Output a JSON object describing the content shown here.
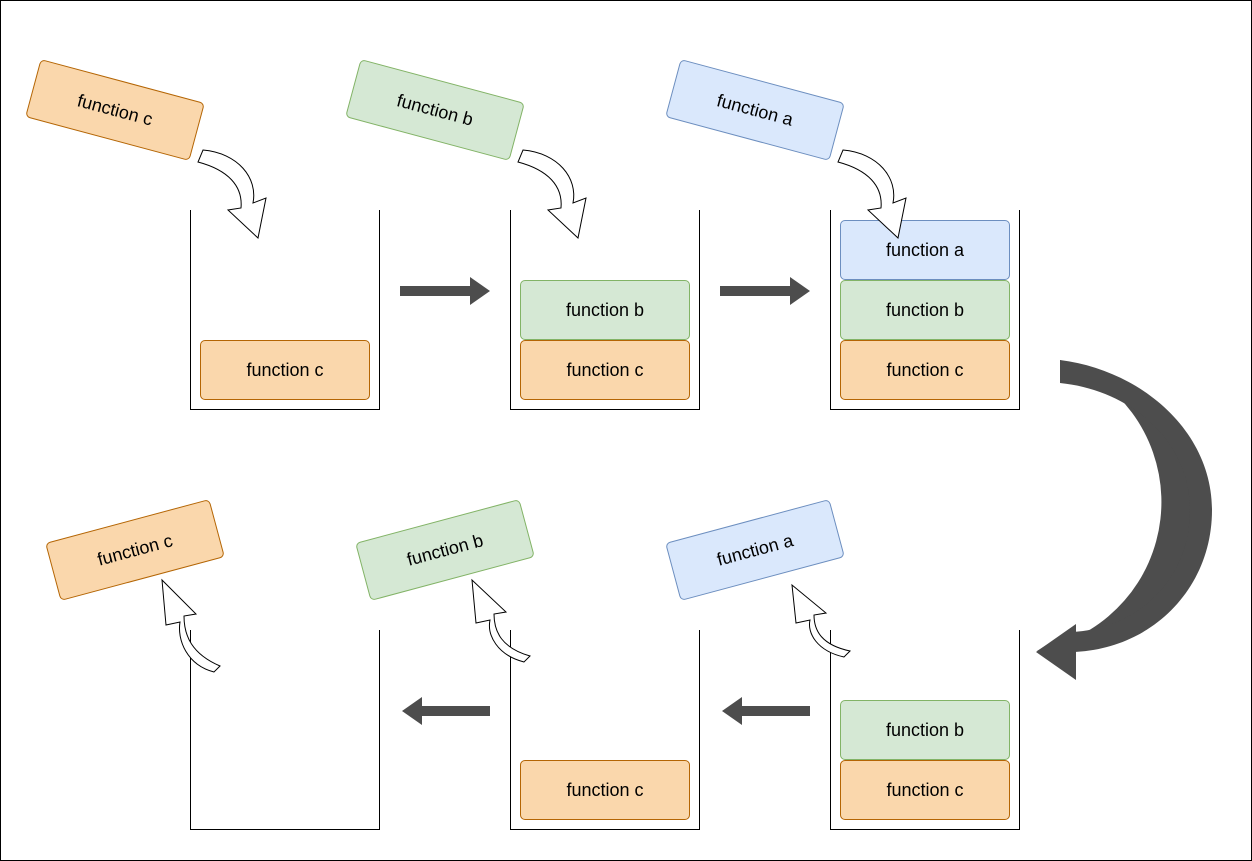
{
  "colors": {
    "orange_fill": "#fad7ac",
    "orange_stroke": "#b46504",
    "green_fill": "#d5e8d4",
    "green_stroke": "#82b366",
    "blue_fill": "#dae8fc",
    "blue_stroke": "#6c8ebf",
    "arrow": "#4d4d4d"
  },
  "push_row": {
    "incoming": [
      "function c",
      "function b",
      "function a"
    ],
    "stack1": [
      "function c"
    ],
    "stack2": [
      "function b",
      "function c"
    ],
    "stack3": [
      "function a",
      "function b",
      "function c"
    ]
  },
  "pop_row": {
    "outgoing": [
      "function c",
      "function b",
      "function a"
    ],
    "stack4": [
      "function b",
      "function c"
    ],
    "stack5": [
      "function c"
    ]
  }
}
